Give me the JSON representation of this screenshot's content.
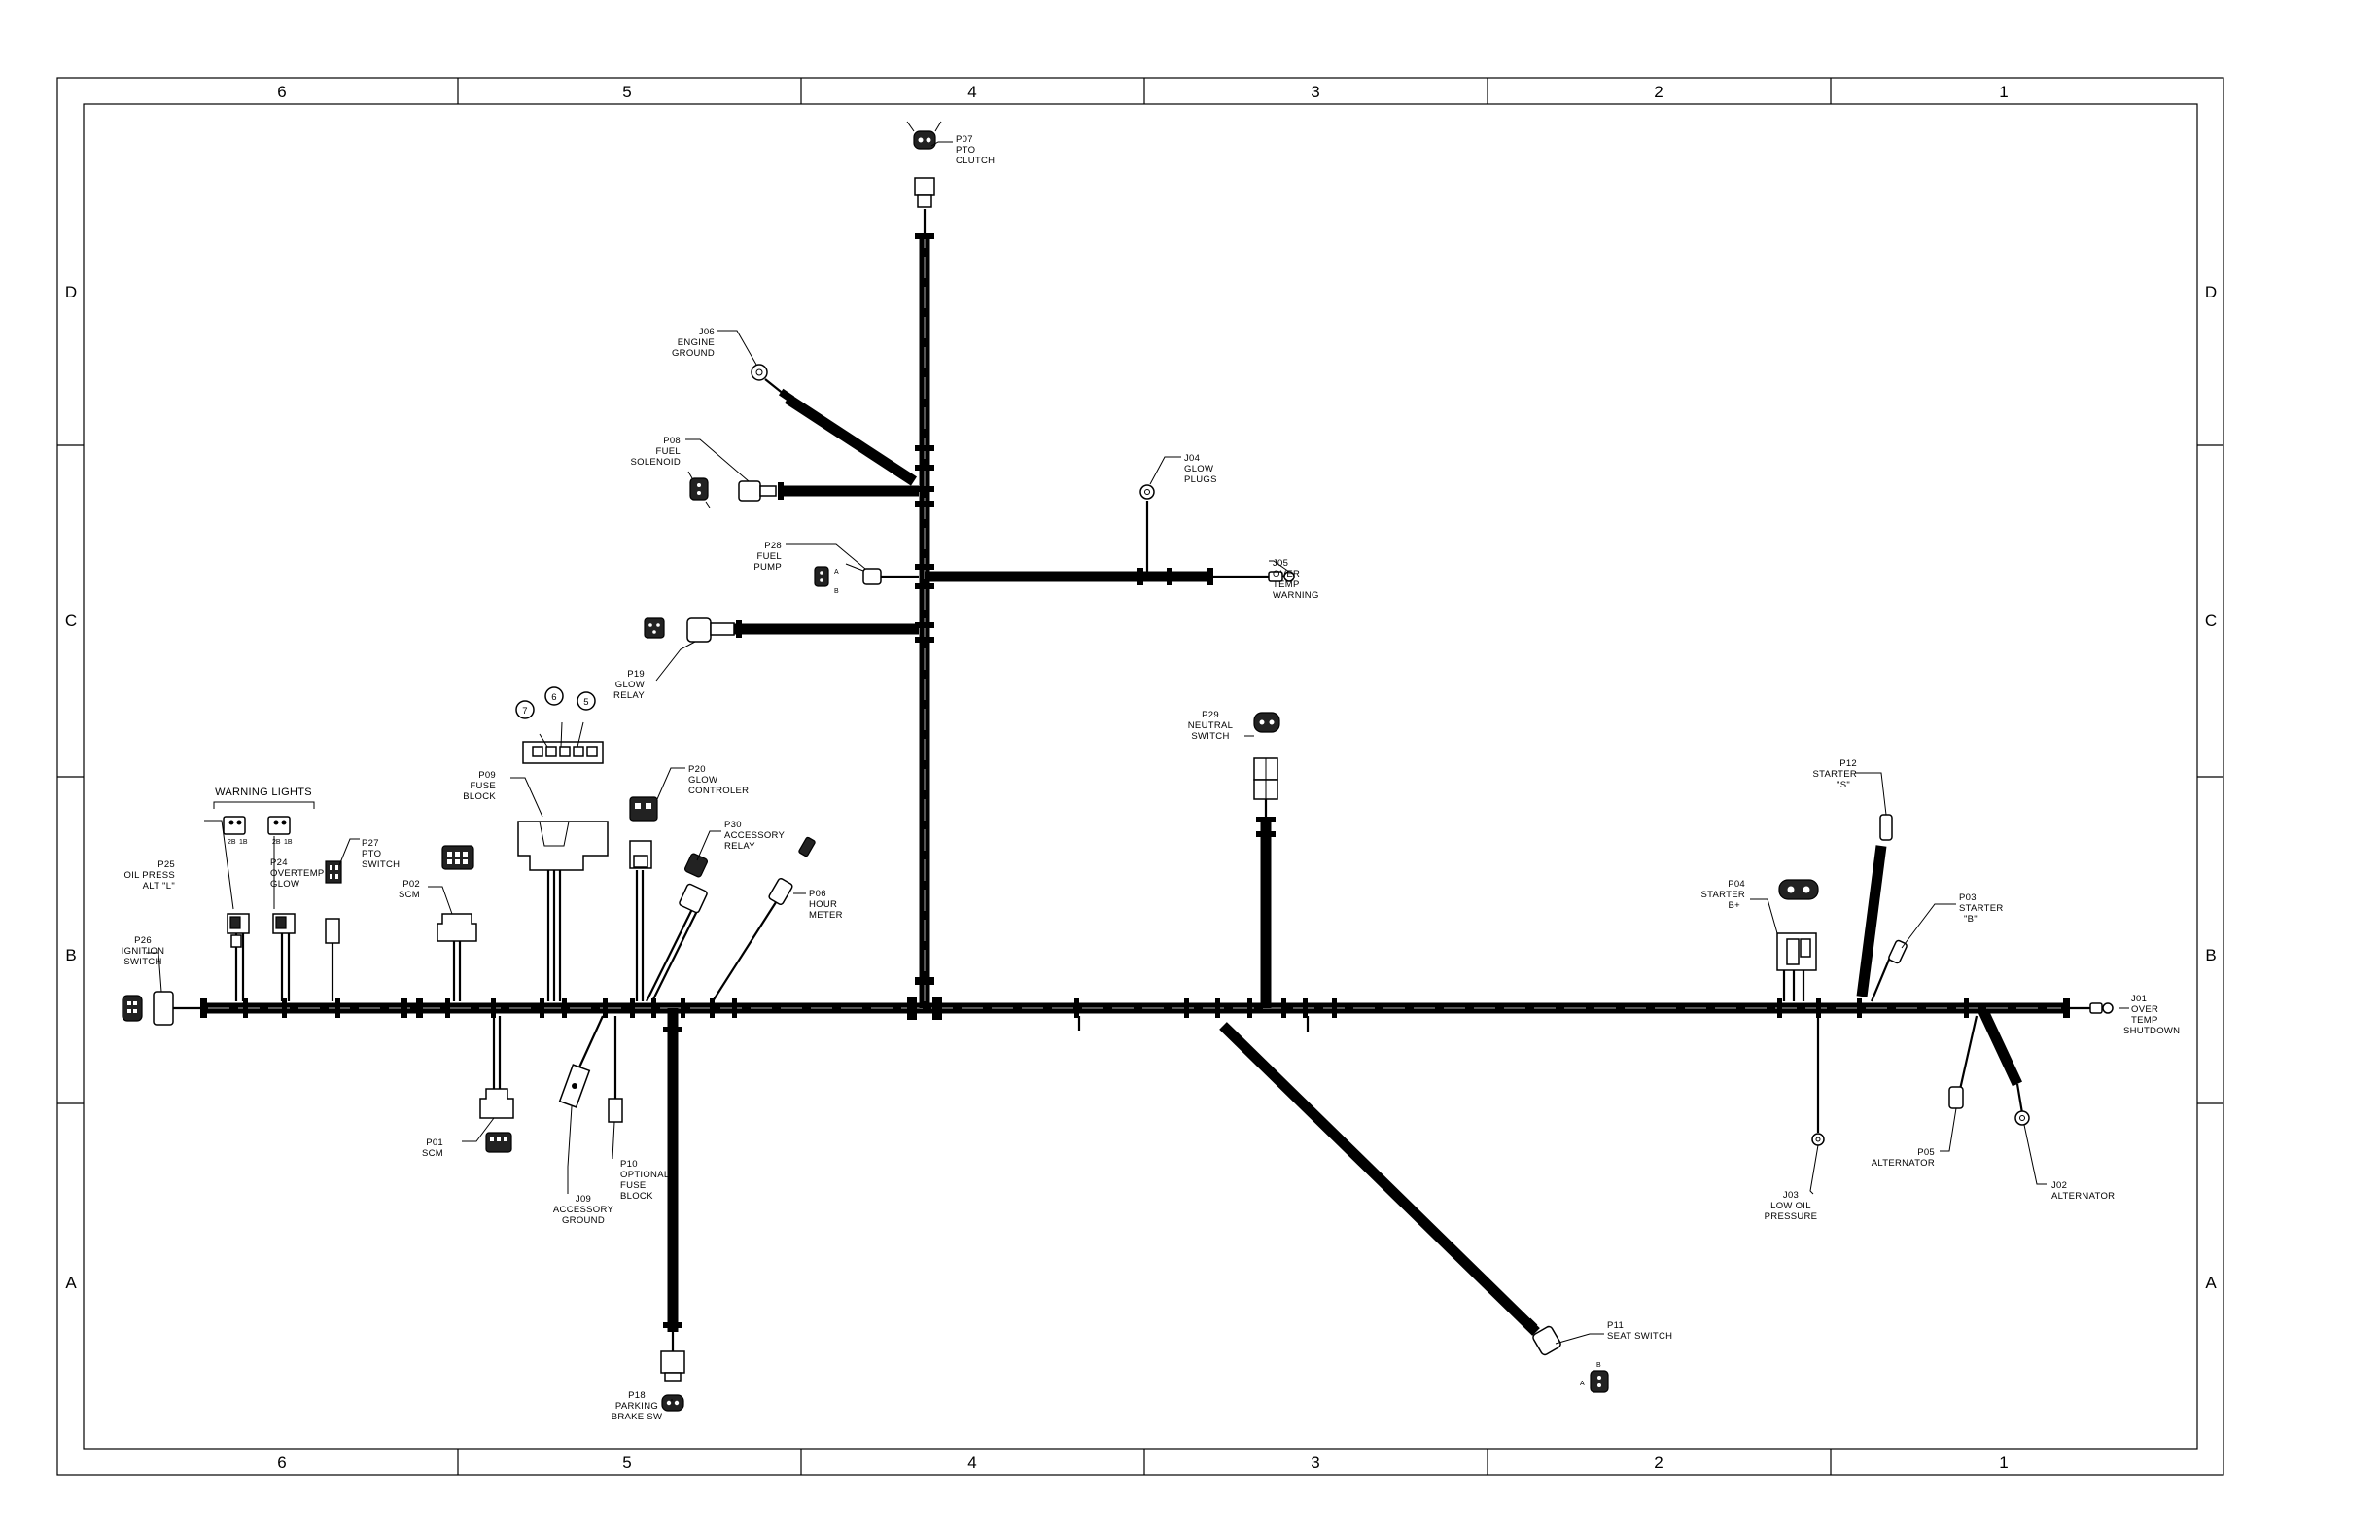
{
  "zones": {
    "columns": [
      "6",
      "5",
      "4",
      "3",
      "2",
      "1"
    ],
    "rows": [
      "D",
      "C",
      "B",
      "A"
    ]
  },
  "labels": {
    "p07_top": [
      "P07",
      "PTO",
      "CLUTCH"
    ],
    "j06": [
      "J06",
      "ENGINE",
      "GROUND"
    ],
    "p08": [
      "P08",
      "FUEL",
      "SOLENOID"
    ],
    "j04": [
      "J04",
      "GLOW",
      "PLUGS"
    ],
    "p28": [
      "P28",
      "FUEL",
      "PUMP"
    ],
    "j05": [
      "J05",
      "OVER",
      "TEMP",
      "WARNING"
    ],
    "p19": [
      "P19",
      "GLOW",
      "RELAY"
    ],
    "warning_lights": [
      "WARNING LIGHTS"
    ],
    "p09": [
      "P09",
      "FUSE",
      "BLOCK"
    ],
    "p20": [
      "P20",
      "GLOW",
      "CONTROLER"
    ],
    "p30": [
      "P30",
      "ACCESSORY",
      "RELAY"
    ],
    "p27": [
      "P27",
      "PTO",
      "SWITCH"
    ],
    "p25": [
      "P25",
      "OIL PRESS",
      "ALT \"L\""
    ],
    "p24": [
      "P24",
      "OVERTEMP",
      "GLOW"
    ],
    "p02": [
      "P02",
      "SCM"
    ],
    "p06": [
      "P06",
      "HOUR",
      "METER"
    ],
    "p26": [
      "P26",
      "IGNITION",
      "SWITCH"
    ],
    "p29": [
      "P29",
      "NEUTRAL",
      "SWITCH"
    ],
    "p12": [
      "P12",
      "STARTER",
      "\"S\""
    ],
    "p04": [
      "P04",
      "STARTER",
      "B+"
    ],
    "p03": [
      "P03",
      "STARTER",
      "\"B\""
    ],
    "j01": [
      "J01",
      "OVER",
      "TEMP",
      "SHUTDOWN"
    ],
    "p01": [
      "P01",
      "SCM"
    ],
    "p10": [
      "P10",
      "OPTIONAL",
      "FUSE",
      "BLOCK"
    ],
    "j09": [
      "J09",
      "ACCESSORY",
      "GROUND"
    ],
    "p05": [
      "P05",
      "ALTERNATOR"
    ],
    "j02": [
      "J02",
      "ALTERNATOR"
    ],
    "j03": [
      "J03",
      "LOW OIL",
      "PRESSURE"
    ],
    "p11": [
      "P11",
      "SEAT SWITCH"
    ],
    "p18": [
      "P18",
      "PARKING",
      "BRAKE SW"
    ]
  },
  "callouts": [
    "7",
    "6",
    "5"
  ],
  "pins": {
    "ab": [
      "A",
      "B"
    ],
    "lamp": [
      "2B",
      "1B"
    ]
  }
}
